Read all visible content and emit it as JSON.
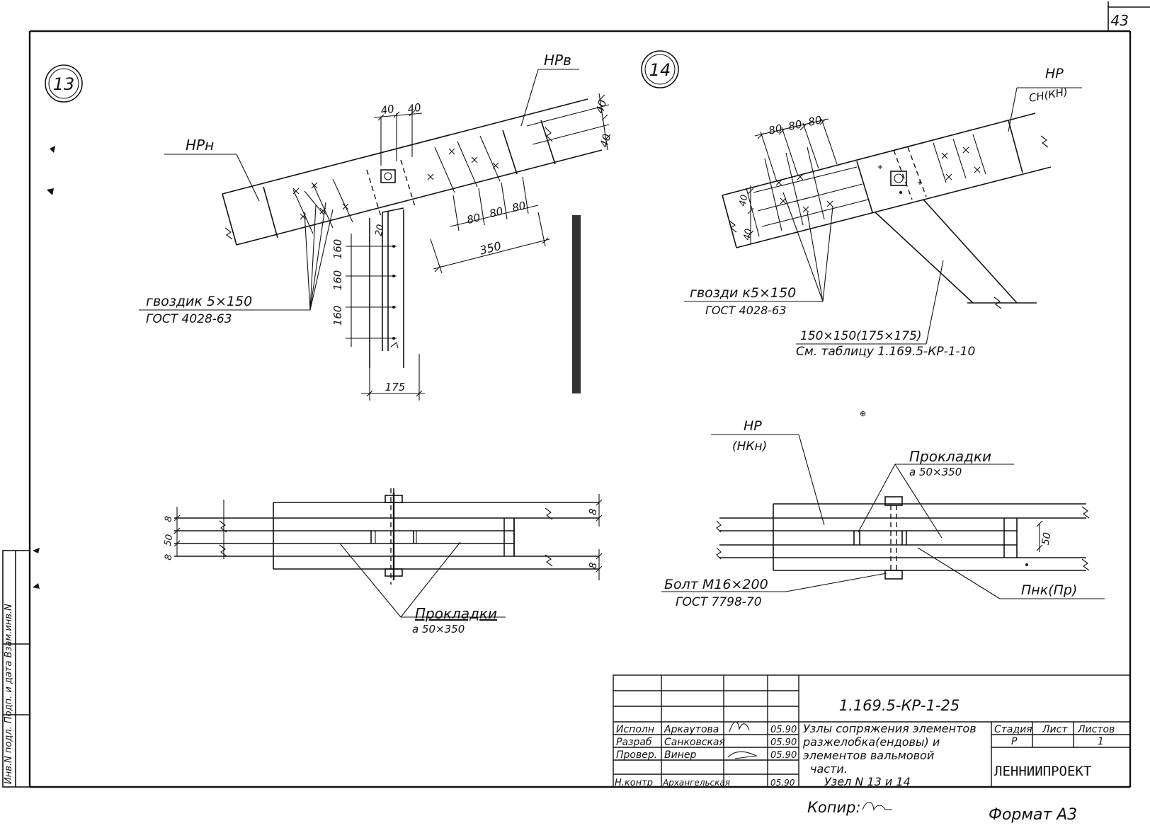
{
  "sheet": {
    "page_number": "43",
    "format_label": "Формат А3",
    "copy_label": "Копир:"
  },
  "node13": {
    "number": "13",
    "label_lower": "НРн",
    "label_upper": "НРв",
    "dims": {
      "d40a": "40",
      "d40b": "40",
      "d40c": "40",
      "d40d": "40",
      "d80a": "80",
      "d80b": "80",
      "d80c": "80",
      "d350": "350",
      "d20": "20",
      "d160a": "160",
      "d160b": "160",
      "d160c": "160",
      "d175": "175"
    },
    "nails_line1": "гвоздик 5×150",
    "nails_line2": "ГОСТ 4028-63"
  },
  "node14": {
    "number": "14",
    "label_hp": "НР",
    "label_hp_sub": "СН(КН)",
    "dims": {
      "d80a": "80",
      "d80b": "80",
      "d80c": "80",
      "d40a": "40",
      "d40b": "40"
    },
    "nails_line1": "гвозди к5×150",
    "nails_line2": "ГОСТ 4028-63",
    "section_line1": "150×150(175×175)",
    "section_line2": "См. таблицу 1.169.5-КР-1-10"
  },
  "section13": {
    "dims": {
      "d8a": "8",
      "d8b": "8",
      "d8c": "8",
      "d8d": "8",
      "d50": "50"
    },
    "pads_line1": "Прокладки",
    "pads_line2": "а 50×350"
  },
  "section14": {
    "label_hp": "НР",
    "label_hp_sub": "(НКн)",
    "pads_line1": "Прокладки",
    "pads_line2": "а 50×350",
    "dim50": "50",
    "bolt_line1": "Болт М16×200",
    "bolt_line2": "ГОСТ 7798-70",
    "label_pnk": "Пнк(Пр)"
  },
  "title_block": {
    "code": "1.169.5-КР-1-25",
    "roles": [
      "Исполн",
      "Разраб",
      "Провер.",
      "",
      "Н.контр"
    ],
    "names": [
      "Аркаутова",
      "Санковская",
      "Винер",
      "",
      "Архангельская"
    ],
    "dates": [
      "05.90",
      "05.90",
      "05.90",
      "",
      "05.90"
    ],
    "title_lines": [
      "Узлы сопряжения элементов",
      "разжелобка(ендовы) и",
      "элементов вальмовой",
      "части.",
      "Узел N 13 и 14"
    ],
    "stage_header": "Стадия",
    "sheet_header": "Лист",
    "sheets_header": "Листов",
    "stage_value": "Р",
    "sheets_value": "1",
    "organization": "ЛЕННИИПРОЕКТ"
  },
  "side_stamp": {
    "text": "Инв.N подл.  Подп. и дата  Взам.инв.N"
  }
}
